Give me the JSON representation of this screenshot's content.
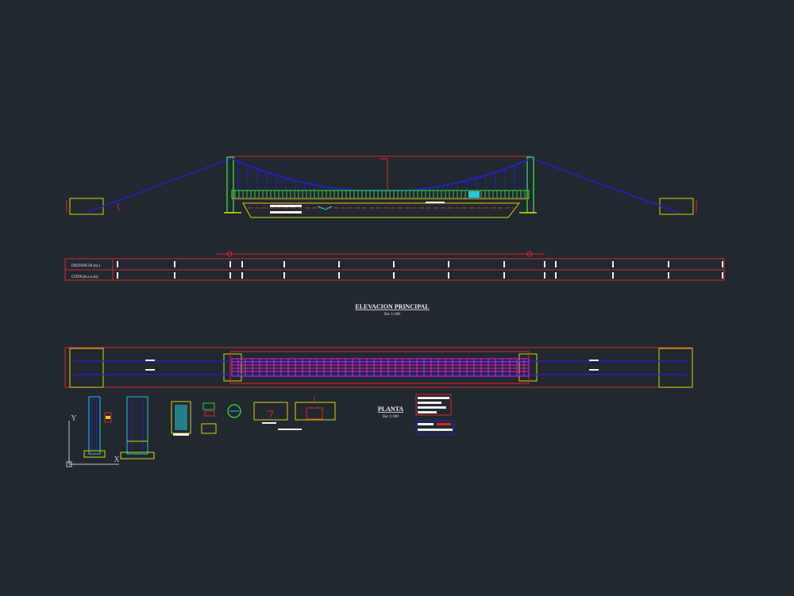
{
  "drawing": {
    "background": "#212830",
    "elevation_title": "ELEVACION PRINCIPAL",
    "elevation_scale": "Esc 1:100",
    "plan_title": "PLANTA",
    "plan_scale": "Esc 1:100",
    "profile_row_distance": "DISTANCIA (m.)",
    "profile_row_elevation": "COTA (m.s.n.m)",
    "ucs_y": "Y",
    "ucs_x": "X"
  },
  "colors": {
    "red": "#e0242a",
    "yellow": "#d8d800",
    "blue": "#2020c8",
    "green": "#38c838",
    "magenta": "#e020e0",
    "cyan": "#20c8d8",
    "white": "#f0f0f0",
    "axis": "#c8c8c8"
  }
}
